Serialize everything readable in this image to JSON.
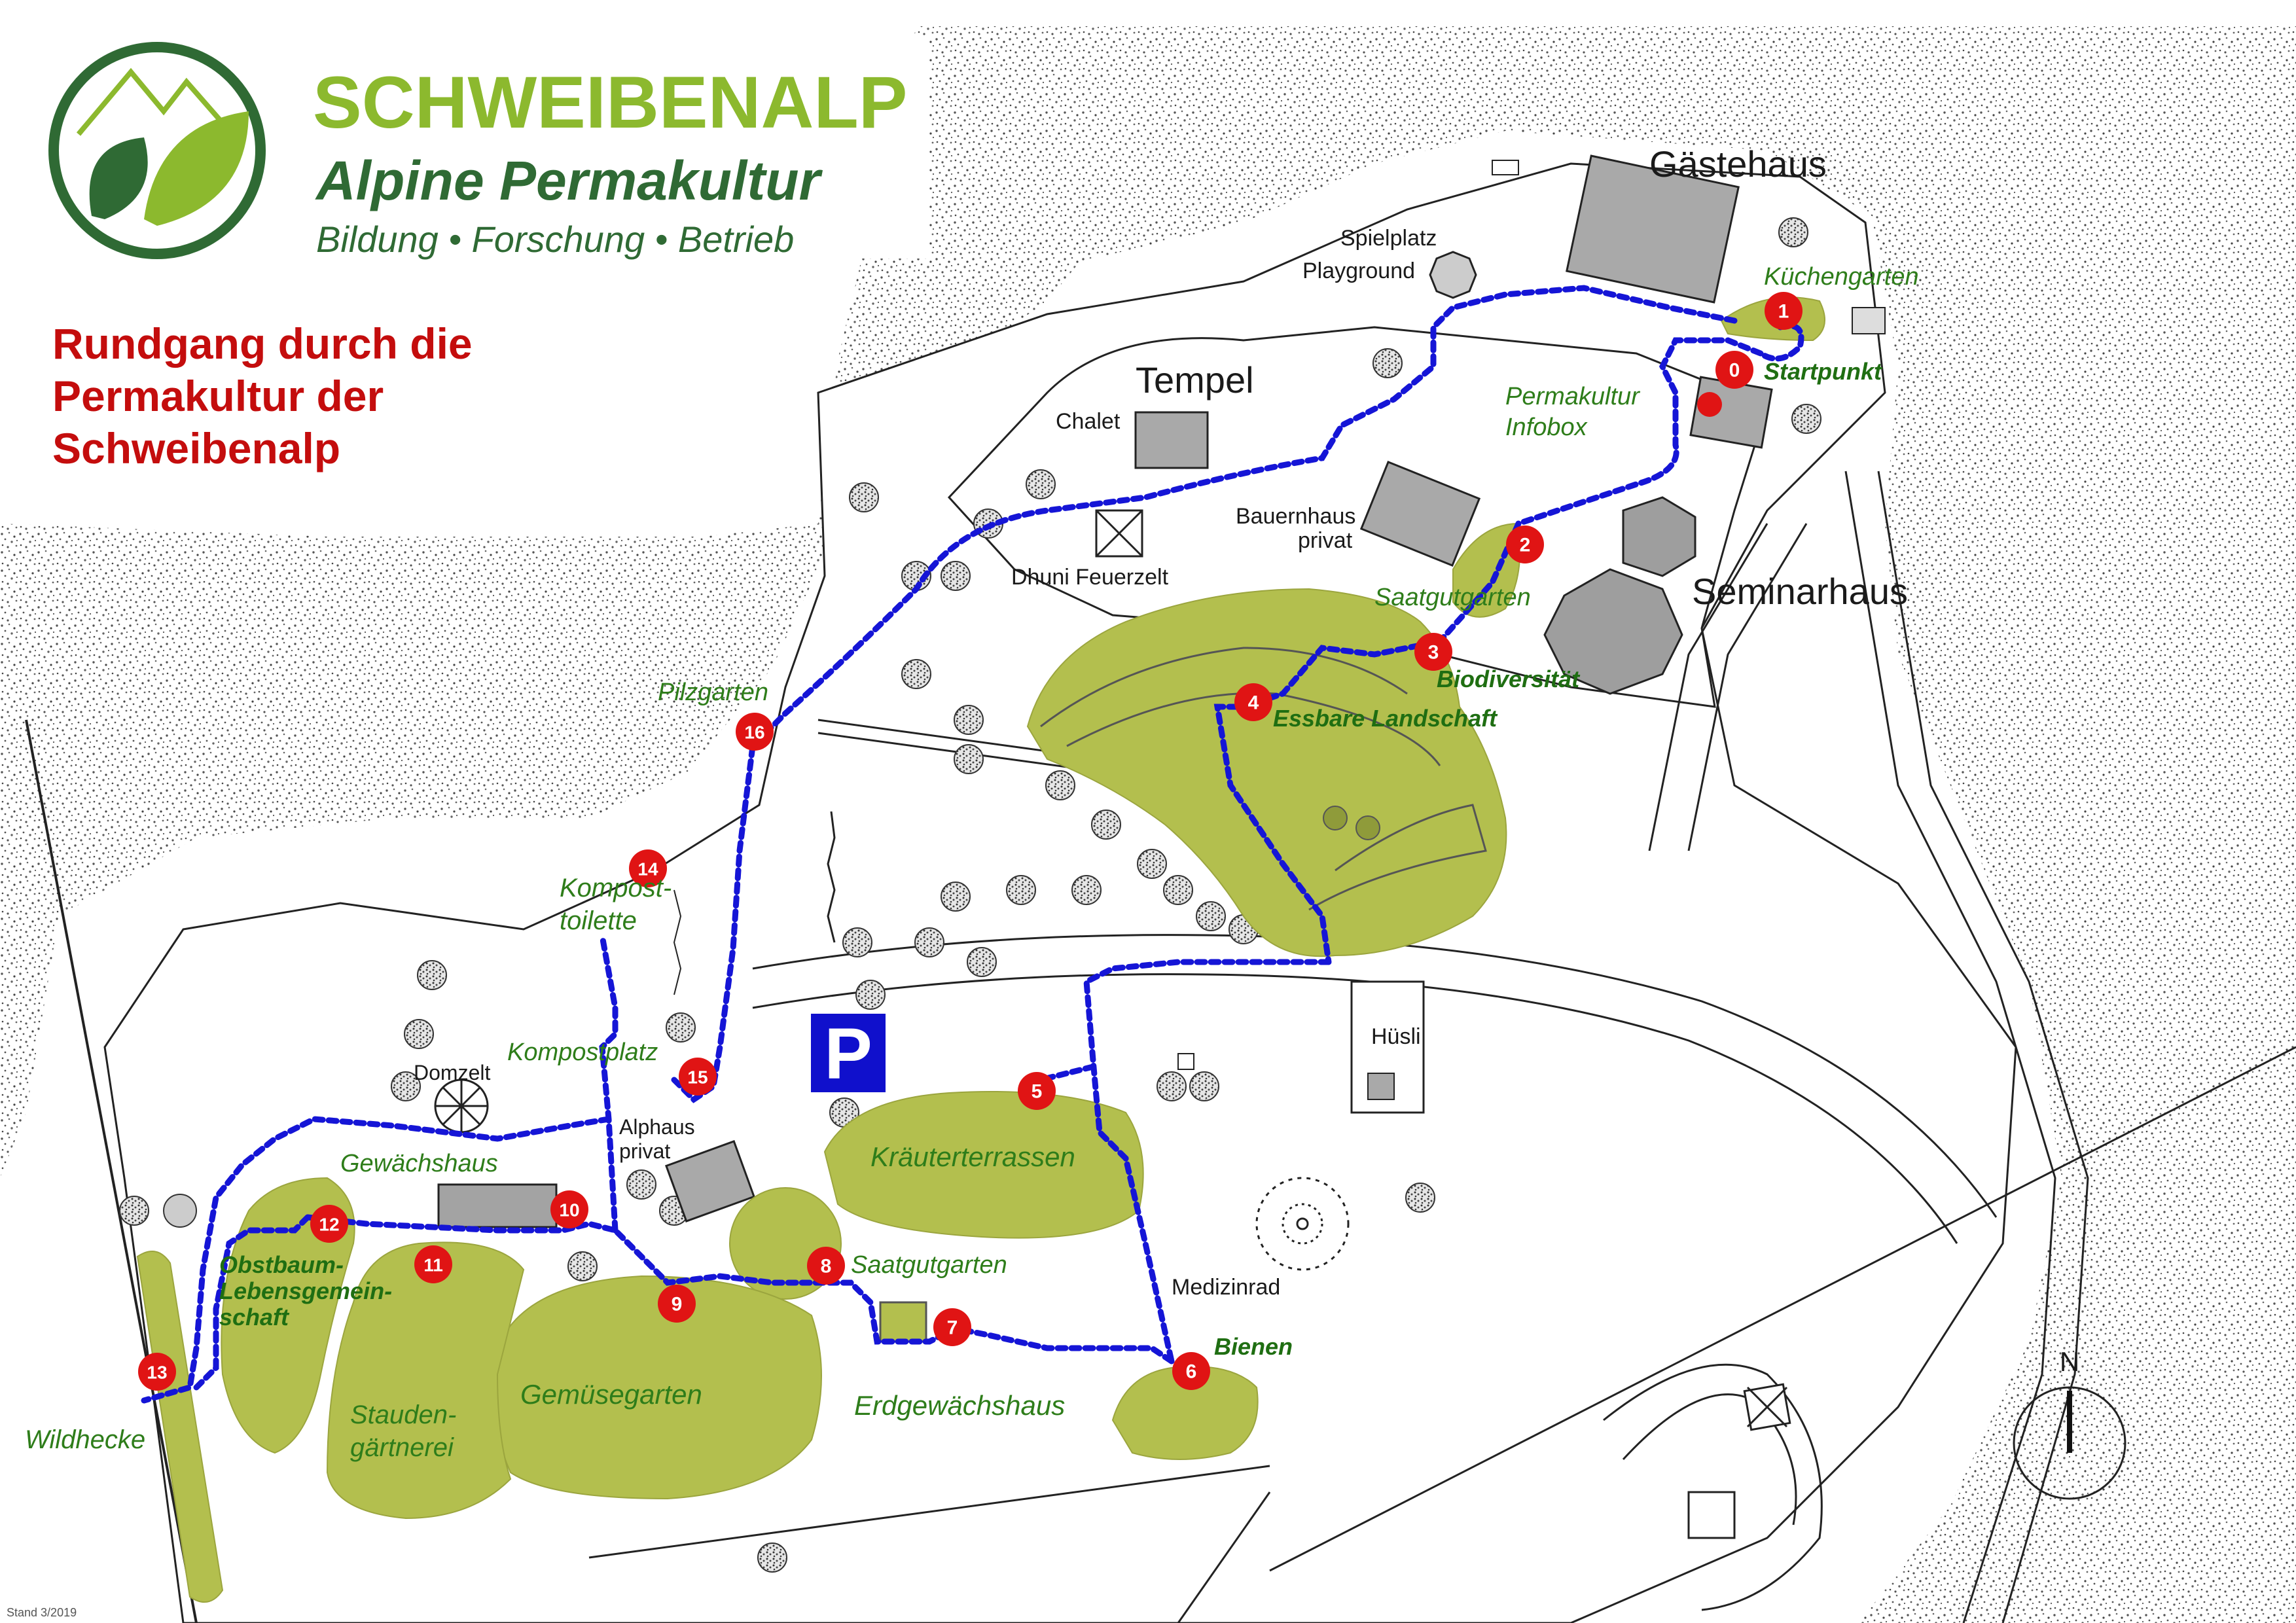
{
  "logo": {
    "title": "SCHWEIBENALP",
    "subtitle": "Alpine Permakultur",
    "tagline": "Bildung • Forschung • Betrieb"
  },
  "headline": {
    "line1": "Rundgang durch die",
    "line2": "Permakultur der",
    "line3": "Schweibenalp"
  },
  "buildings": {
    "gaestehaus": "Gästehaus",
    "tempel": "Tempel",
    "chalet": "Chalet",
    "seminarhaus": "Seminarhaus",
    "bauernhaus_1": "Bauernhaus",
    "bauernhaus_2": "privat",
    "spielplatz_1": "Spielplatz",
    "spielplatz_2": "Playground",
    "dhuni": "Dhuni Feuerzelt",
    "huesli": "Hüsli",
    "domzelt": "Domzelt",
    "alphaus_1": "Alphaus",
    "alphaus_2": "privat",
    "medizinrad": "Medizinrad",
    "infobox_1": "Permakultur",
    "infobox_2": "Infobox"
  },
  "areas": {
    "kuechengarten": "Küchengarten",
    "startpunkt": "Startpunkt",
    "saatgutgarten_top": "Saatgutgarten",
    "biodiversitaet": "Biodiversität",
    "essbare": "Essbare Landschaft",
    "pilzgarten": "Pilzgarten",
    "komposttoilette_1": "Kompost-",
    "komposttoilette_2": "toilette",
    "kompostplatz": "Kompostplatz",
    "gewaechshaus": "Gewächshaus",
    "kraeuterterrassen": "Kräuterterrassen",
    "saatgutgarten_bottom": "Saatgutgarten",
    "bienen": "Bienen",
    "erdgewaechshaus": "Erdgewächshaus",
    "gemuesegarten": "Gemüsegarten",
    "stauden_1": "Stauden-",
    "stauden_2": "gärtnerei",
    "obstbaum_1": "Obstbaum-",
    "obstbaum_2": "Lebensgemein-",
    "obstbaum_3": "schaft",
    "wildhecke": "Wildhecke"
  },
  "stops": [
    "0",
    "1",
    "2",
    "3",
    "4",
    "5",
    "6",
    "7",
    "8",
    "9",
    "10",
    "11",
    "12",
    "13",
    "14",
    "15",
    "16"
  ],
  "parking": "P",
  "north": "N",
  "stand": "Stand 3/2019",
  "colors": {
    "garden": "#b3bf4e",
    "route": "#1515d6",
    "stop": "#e01414",
    "building": "#a9a9a9",
    "logo_light": "#8cb92e",
    "logo_dark": "#2f6a34",
    "headline": "#c40d0d",
    "label_green": "#2e7d1a",
    "parking": "#1010cc"
  }
}
